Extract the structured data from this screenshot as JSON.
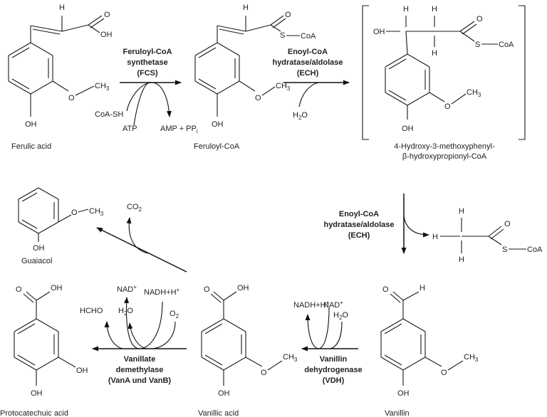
{
  "atoms": {
    "H": "H",
    "O": "O",
    "OH": "OH",
    "S": "S",
    "CoA": "CoA",
    "CH": "CH",
    "sub3": "3",
    "sub2": "2"
  },
  "compounds": {
    "ferulic_acid": "Ferulic acid",
    "feruloyl_coa": "Feruloyl-CoA",
    "intermediate_line1": "4-Hydroxy-3-methoxyphenyl-",
    "intermediate_line2": "β-hydroxypropionyl-CoA",
    "guaiacol": "Guaiacol",
    "protocatechuic_acid": "Protocatechuic acid",
    "vanillic_acid": "Vanillic acid",
    "vanillin": "Vanillin"
  },
  "enzymes": {
    "fcs": [
      "Feruloyl-CoA",
      "synthetase",
      "(FCS)"
    ],
    "ech_top": [
      "Enoyl-CoA",
      "hydratase/aldolase",
      "(ECH)"
    ],
    "ech_right": [
      "Enoyl-CoA",
      "hydratase/aldolase",
      "(ECH)"
    ],
    "vdh": [
      "Vanillin",
      "dehydrogenase",
      "(VDH)"
    ],
    "vanab": [
      "Vanillate",
      "demethylase",
      "(VanA und VanB)"
    ]
  },
  "cofactors": {
    "coa_sh": "CoA-SH",
    "atp": "ATP",
    "amp_ppi": "AMP + PP",
    "ppi_sub": "i",
    "h2o_h": "H",
    "h2o_o": "O",
    "co_c": "CO",
    "nadh_h": "NADH+H",
    "nad": "NAD",
    "plus": "+",
    "hcho": "HCHO",
    "o2": "O"
  }
}
